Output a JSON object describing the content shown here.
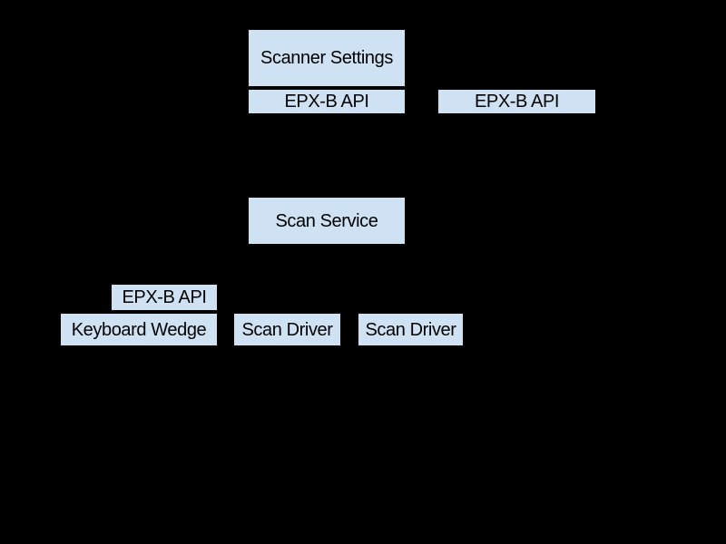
{
  "diagram": {
    "type": "architecture-block-diagram",
    "nodes": {
      "scanner_settings": {
        "label": "Scanner Settings"
      },
      "epxb_api_top_left": {
        "label": "EPX-B API"
      },
      "epxb_api_top_right": {
        "label": "EPX-B API"
      },
      "scan_service": {
        "label": "Scan Service"
      },
      "epxb_api_wedge": {
        "label": "EPX-B API"
      },
      "keyboard_wedge": {
        "label": "Keyboard Wedge"
      },
      "scan_driver_1": {
        "label": "Scan Driver"
      },
      "scan_driver_2": {
        "label": "Scan Driver"
      }
    },
    "colors": {
      "background": "#000000",
      "node_fill": "#cfe2f3",
      "node_border": "#000000",
      "node_text": "#000000"
    }
  }
}
